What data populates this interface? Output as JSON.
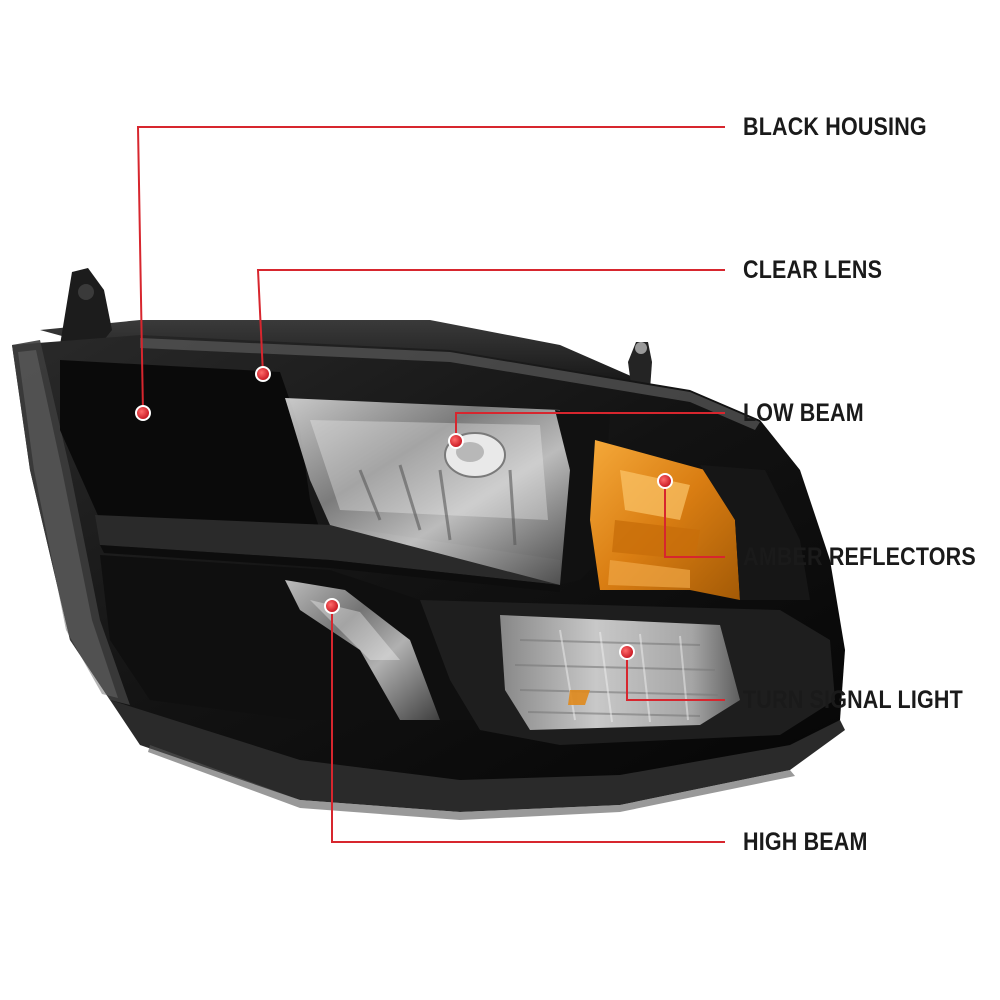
{
  "callouts": {
    "black_housing": "BLACK HOUSING",
    "clear_lens": "CLEAR LENS",
    "low_beam": "LOW BEAM",
    "amber_reflectors": "AMBER REFLECTORS",
    "turn_signal_light": "TURN SIGNAL LIGHT",
    "high_beam": "HIGH BEAM"
  },
  "colors": {
    "leader_line": "#d7262e",
    "marker_dot": "#e0212b",
    "label_text": "#1a1a1a",
    "housing": "#151515",
    "amber": "#e08a1c"
  },
  "icons": {
    "product": "headlight-assembly-icon"
  }
}
